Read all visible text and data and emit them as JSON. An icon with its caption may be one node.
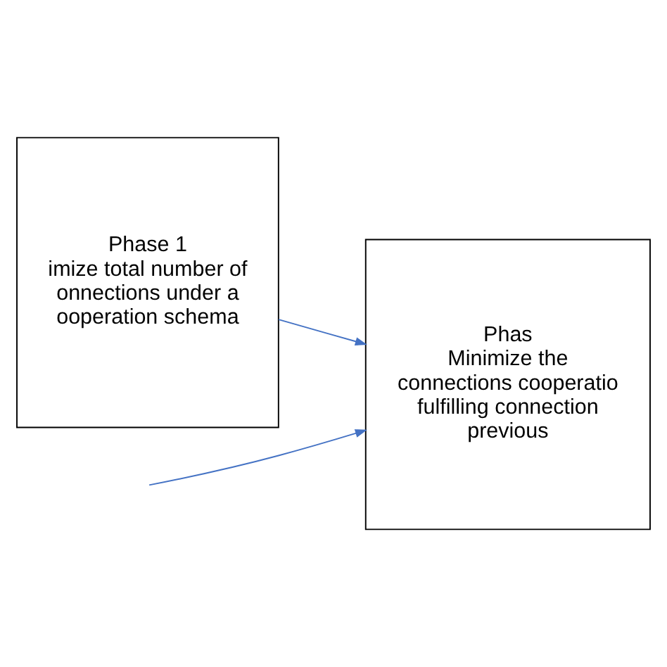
{
  "diagram": {
    "nodes": [
      {
        "text": [
          "Phase 1",
          "imize total number of onnections under a ooperation schema"
        ]
      },
      {
        "text": [
          "Phas",
          "Minimize the connections cooperatio fulfilling connection previous"
        ]
      }
    ],
    "edges": [
      {
        "from": 0,
        "to": 1,
        "arrow": "to"
      },
      {
        "from": null,
        "to": 1,
        "arrow": "to"
      }
    ]
  }
}
